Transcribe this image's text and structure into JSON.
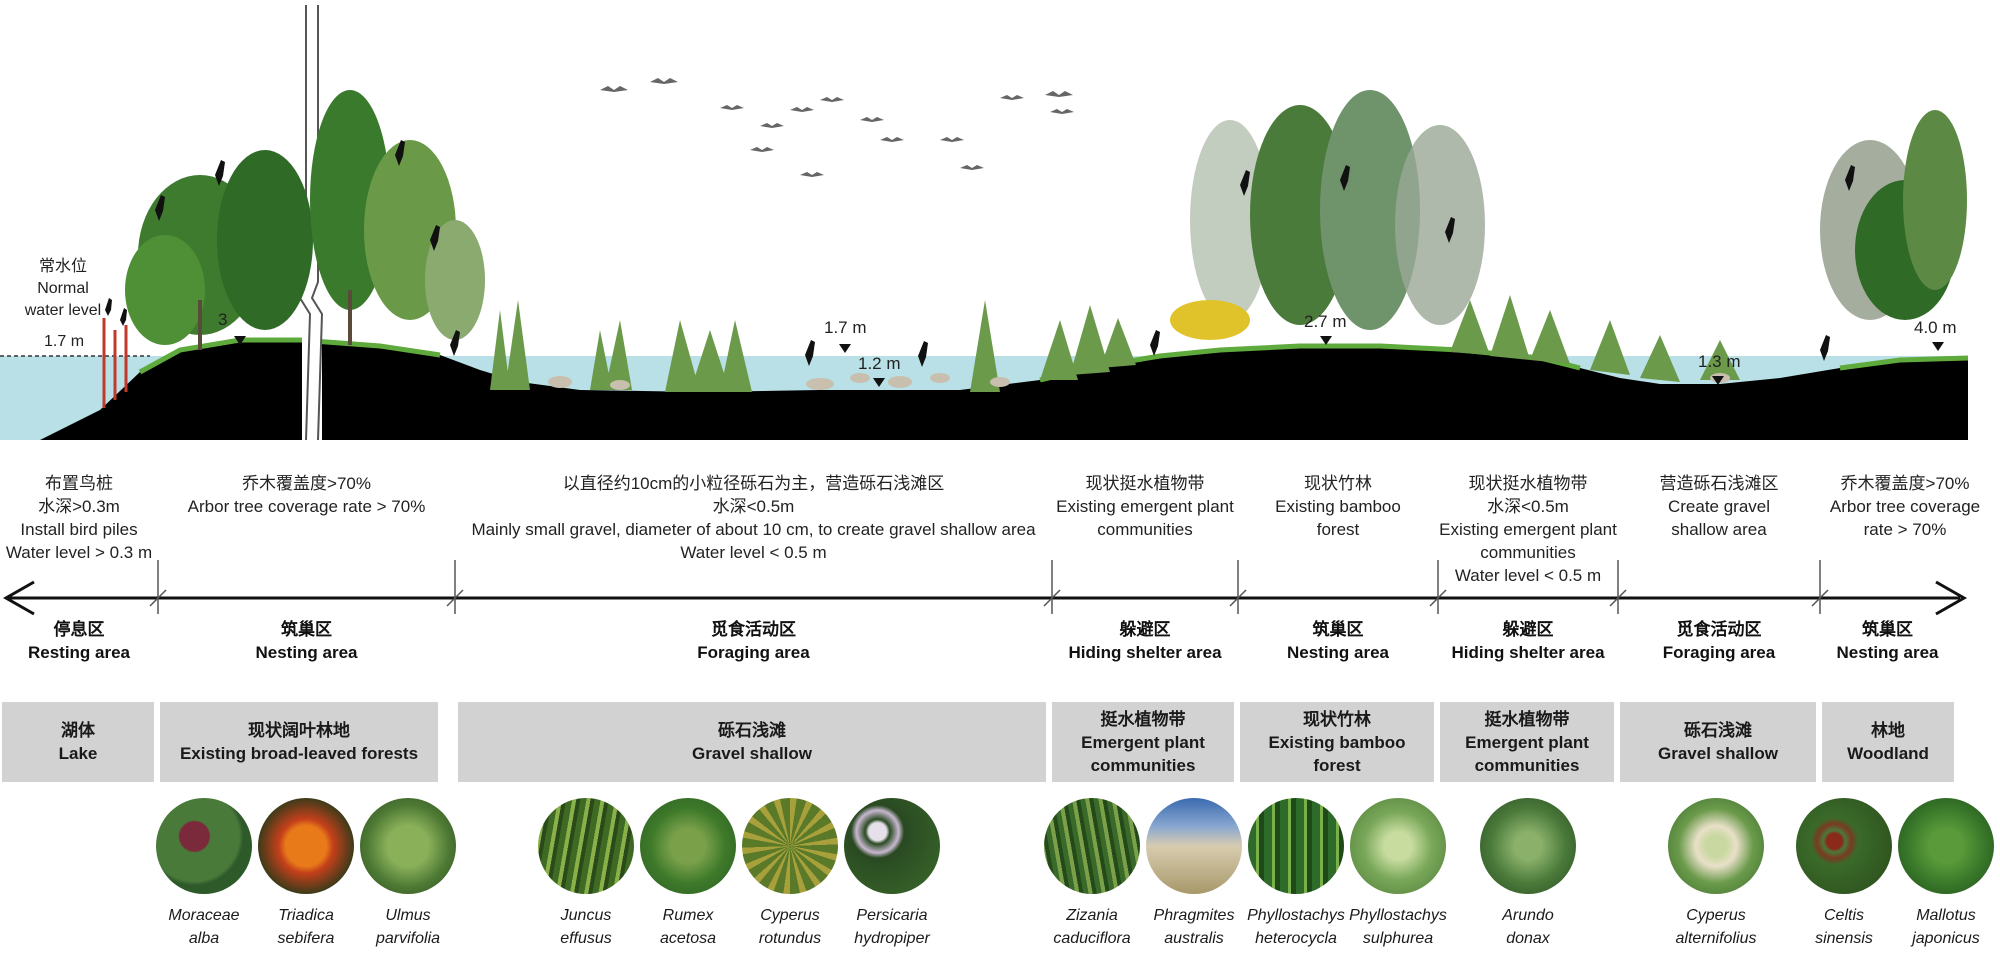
{
  "water_level": {
    "cn": "常水位",
    "en_1": "Normal",
    "en_2": "water level",
    "value": "1.7 m"
  },
  "depth_markers": {
    "resting": "3",
    "foraging_a": "1.7 m",
    "foraging_b": "1.2 m",
    "bamboo": "2.7 m",
    "gravel": "1.3 m",
    "woodland": "4.0 m"
  },
  "descriptions": {
    "resting": [
      "布置鸟桩",
      "水深>0.3m",
      "Install bird piles",
      "Water level > 0.3 m"
    ],
    "nesting": [
      "乔木覆盖度>70%",
      "Arbor tree coverage rate  > 70%"
    ],
    "foraging": [
      "以直径约10cm的小粒径砾石为主，营造砾石浅滩区",
      "水深<0.5m",
      "Mainly small gravel, diameter of about 10 cm, to create gravel shallow area",
      "Water level < 0.5 m"
    ],
    "hiding_1": [
      "现状挺水植物带",
      "Existing emergent plant",
      "communities"
    ],
    "bamboo": [
      "现状竹林",
      "Existing bamboo",
      "forest"
    ],
    "hiding_2": [
      "现状挺水植物带",
      "水深<0.5m",
      "Existing emergent plant",
      "communities",
      "Water level < 0.5 m"
    ],
    "foraging_2": [
      "营造砾石浅滩区",
      "Create gravel",
      "shallow area"
    ],
    "woodland": [
      "乔木覆盖度>70%",
      "Arbor tree coverage",
      "rate > 70%"
    ]
  },
  "zones": [
    {
      "cn": "停息区",
      "en": "Resting area"
    },
    {
      "cn": "筑巢区",
      "en": "Nesting area"
    },
    {
      "cn": "觅食活动区",
      "en": "Foraging area"
    },
    {
      "cn": "躲避区",
      "en": "Hiding shelter area"
    },
    {
      "cn": "筑巢区",
      "en": "Nesting area"
    },
    {
      "cn": "躲避区",
      "en": "Hiding shelter area"
    },
    {
      "cn": "觅食活动区",
      "en": "Foraging area"
    },
    {
      "cn": "筑巢区",
      "en": "Nesting area"
    }
  ],
  "habitats": [
    {
      "lines": [
        "湖体",
        "Lake"
      ]
    },
    {
      "lines": [
        "现状阔叶林地",
        "Existing broad-leaved forests"
      ]
    },
    {
      "lines": [
        "砾石浅滩",
        "Gravel shallow"
      ]
    },
    {
      "lines": [
        "挺水植物带",
        "Emergent plant",
        "communities"
      ]
    },
    {
      "lines": [
        "现状竹林",
        "Existing bamboo",
        "forest"
      ]
    },
    {
      "lines": [
        "挺水植物带",
        "Emergent plant",
        "communities"
      ]
    },
    {
      "lines": [
        "砾石浅滩",
        "Gravel shallow"
      ]
    },
    {
      "lines": [
        "林地",
        "Woodland"
      ]
    }
  ],
  "plants": [
    {
      "l1": "Moraceae",
      "l2": "alba"
    },
    {
      "l1": "Triadica",
      "l2": "sebifera"
    },
    {
      "l1": "Ulmus",
      "l2": "parvifolia"
    },
    {
      "l1": "Juncus",
      "l2": "effusus"
    },
    {
      "l1": "Rumex",
      "l2": "acetosa"
    },
    {
      "l1": "Cyperus",
      "l2": "rotundus"
    },
    {
      "l1": "Persicaria",
      "l2": "hydropiper"
    },
    {
      "l1": "Zizania",
      "l2": "caduciflora"
    },
    {
      "l1": "Phragmites",
      "l2": "australis"
    },
    {
      "l1": "Phyllostachys",
      "l2": "heterocycla"
    },
    {
      "l1": "Phyllostachys",
      "l2": "sulphurea"
    },
    {
      "l1": "Arundo",
      "l2": "donax"
    },
    {
      "l1": "Cyperus",
      "l2": "alternifolius"
    },
    {
      "l1": "Celtis",
      "l2": "sinensis"
    },
    {
      "l1": "Mallotus",
      "l2": "japonicus"
    }
  ],
  "colors": {
    "water": "#b8e0e6",
    "ground": "#000000",
    "grass": "#5faa3c",
    "habitat_box": "#d2d2d2",
    "bird_pile": "#c0392b"
  }
}
